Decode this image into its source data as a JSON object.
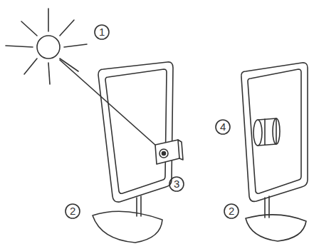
{
  "diagram": {
    "labels": [
      "1",
      "2",
      "3",
      "2",
      "4"
    ]
  }
}
